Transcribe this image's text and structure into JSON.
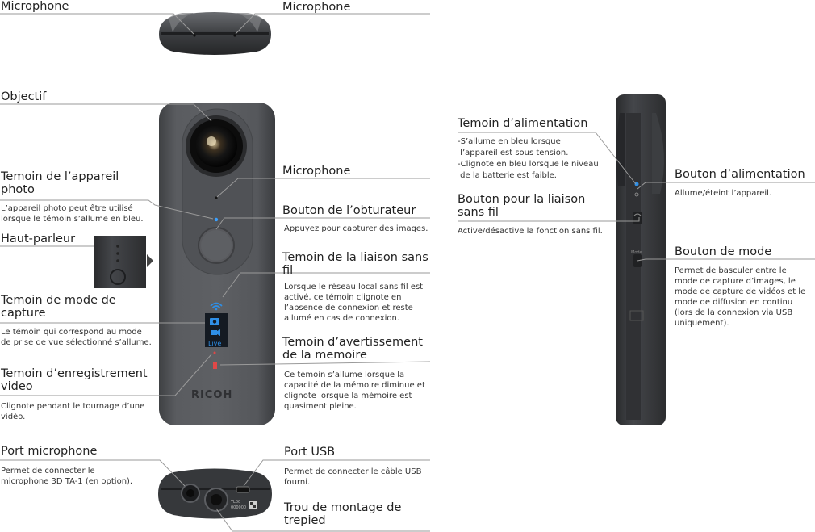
{
  "labels": {
    "mic_top_left": {
      "title": "Microphone"
    },
    "mic_top_right": {
      "title": "Microphone"
    },
    "objectif": {
      "title": "Objectif"
    },
    "temoin_appareil": {
      "title": "Temoin de l’appareil photo",
      "desc": "L’appareil photo peut être utilisé lorsque le témoin s’allume en bleu."
    },
    "haut_parleur": {
      "title": "Haut-parleur"
    },
    "temoin_mode": {
      "title": "Temoin de mode de capture",
      "desc": "Le témoin qui correspond au mode de prise de vue sélectionné s’allume."
    },
    "temoin_enreg": {
      "title": "Temoin d’enregistrement video",
      "desc": "Clignote pendant le tournage d’une vidéo."
    },
    "mic_front": {
      "title": "Microphone"
    },
    "obturateur": {
      "title": "Bouton de l’obturateur",
      "desc": "Appuyez pour capturer des images."
    },
    "liaison_temoin": {
      "title": "Temoin de la liaison sans fil",
      "desc": "Lorsque le réseau local sans fil est activé, ce témoin clignote en l’absence de connexion et reste allumé en cas de connexion."
    },
    "memoire": {
      "title": "Temoin d’avertissement de la memoire",
      "desc": "Ce témoin s’allume lorsque la capacité de la mémoire diminue et clignote lorsque la mémoire est quasiment pleine."
    },
    "port_mic": {
      "title": "Port microphone",
      "desc": "Permet de connecter le microphone 3D TA-1 (en option)."
    },
    "port_usb": {
      "title": "Port USB",
      "desc": "Permet de connecter le câble USB fourni."
    },
    "trepied": {
      "title": "Trou de montage de trepied"
    },
    "temoin_alim": {
      "title": "Temoin d’alimentation",
      "desc1": "-S’allume en bleu lorsque",
      "desc2": " l’appareil est sous tension.",
      "desc3": "-Clignote en bleu lorsque le niveau",
      "desc4": " de la batterie est faible."
    },
    "liaison_bouton": {
      "title": "Bouton pour la liaison sans fil",
      "desc": "Active/désactive la fonction sans fil."
    },
    "bouton_alim": {
      "title": "Bouton d’alimentation",
      "desc": "Allume/éteint l’appareil."
    },
    "bouton_mode": {
      "title": "Bouton de mode",
      "desc": "Permet de basculer entre le mode de capture d’images, le mode de capture de vidéos et le mode de diffusion en continu (lors de la connexion via USB uniquement)."
    }
  },
  "camera_text": {
    "brand": "RICOH",
    "live": "Live",
    "side_mode": "Mode",
    "bottom_code1": "YL00",
    "bottom_code2": "000000"
  },
  "colors": {
    "leader_line": "#9a9a9a",
    "indicator_blue": "#2f8fe6",
    "indicator_red": "#e04848",
    "body_dark": "#505256"
  }
}
